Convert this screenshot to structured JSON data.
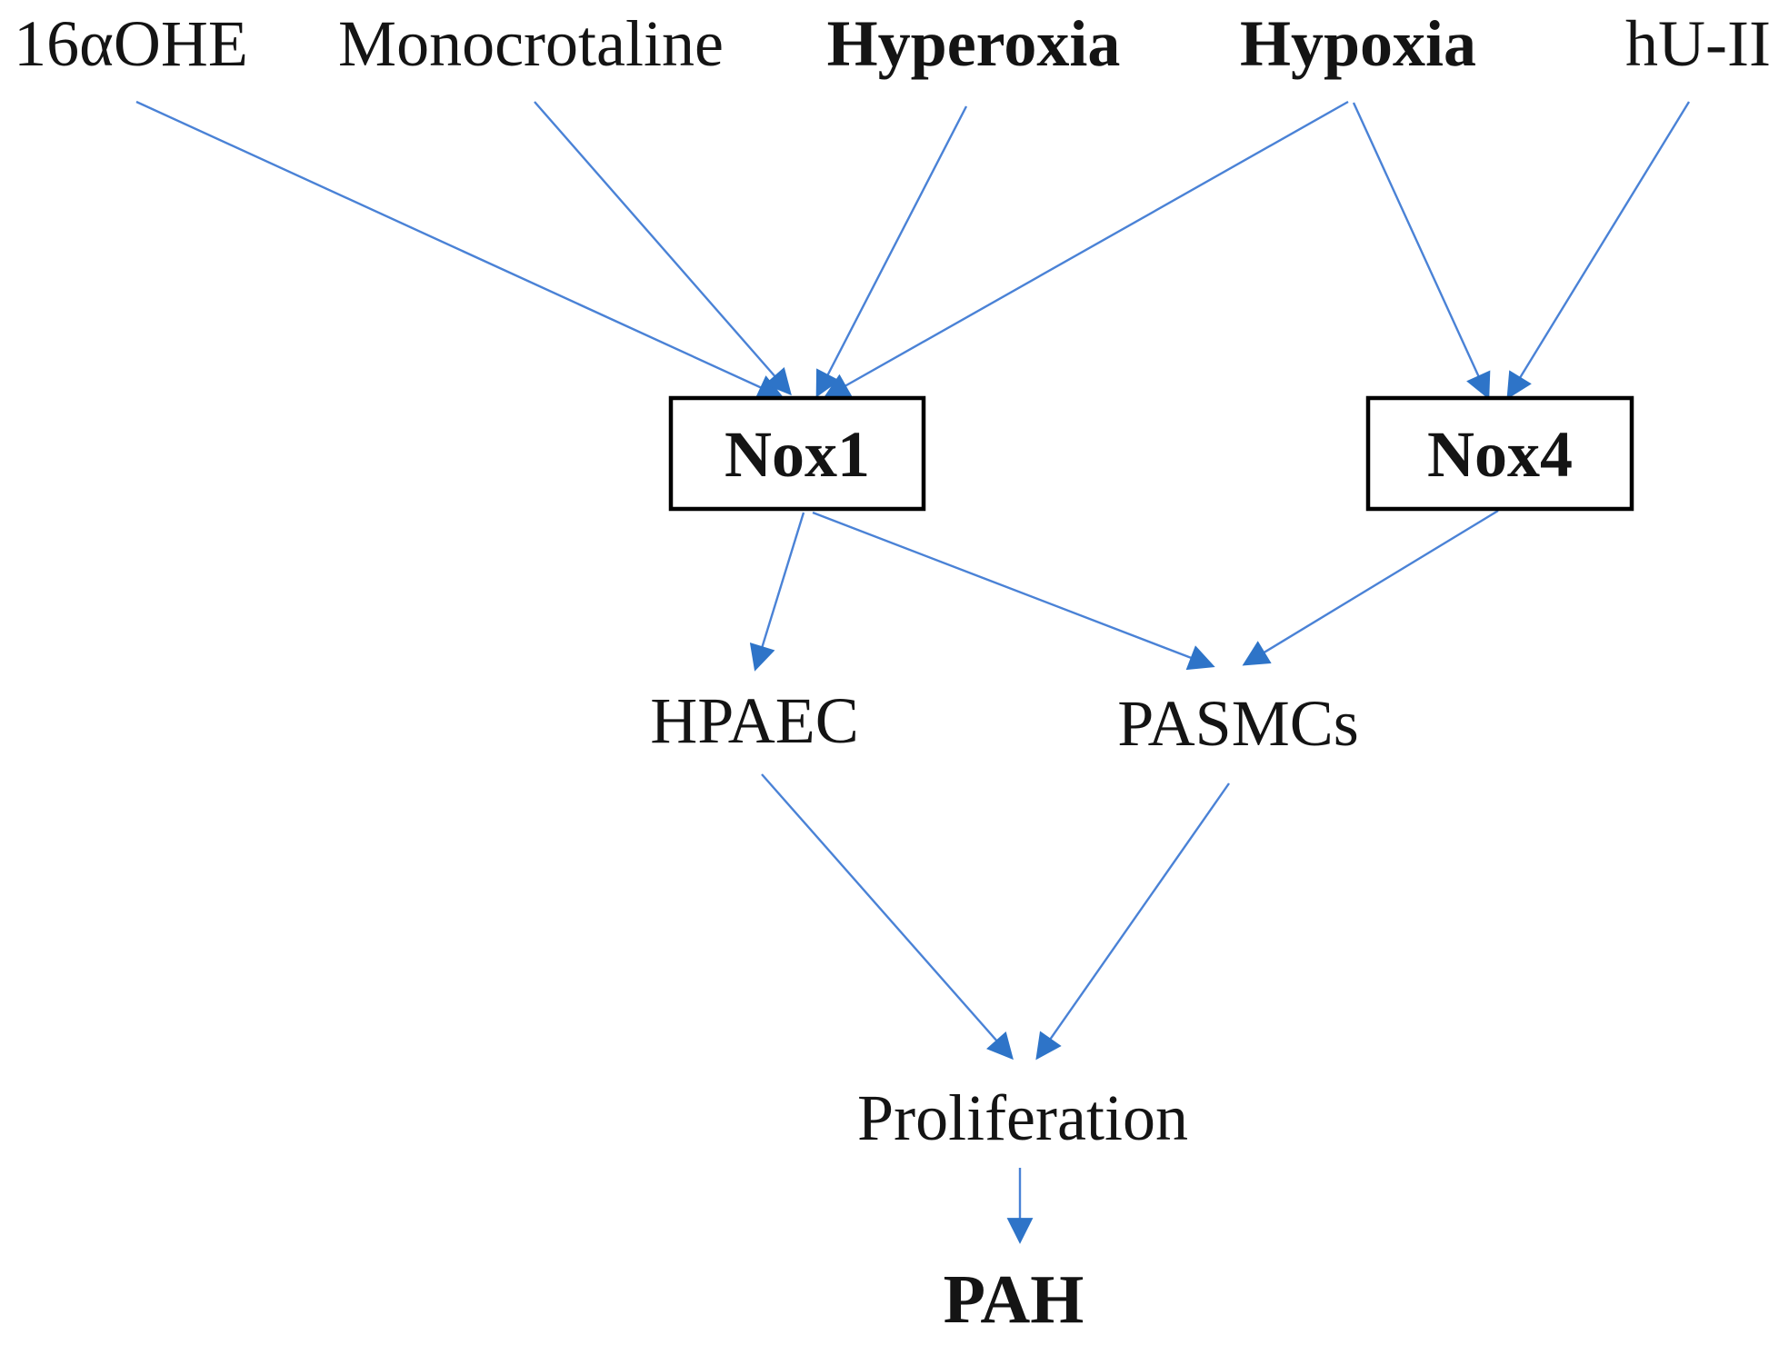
{
  "figure": {
    "background": "#ffffff",
    "colors": {
      "edge": "#4a82d6",
      "arrowhead": "#2e74c8",
      "box_border": "#000000",
      "text": "#141414"
    },
    "nodes": {
      "stim_16aohe": {
        "label": "16αOHE",
        "style": "regular"
      },
      "stim_monocrotaline": {
        "label": "Monocrotaline",
        "style": "regular"
      },
      "stim_hyperoxia": {
        "label": "Hyperoxia",
        "style": "bold"
      },
      "stim_hypoxia": {
        "label": "Hypoxia",
        "style": "bold"
      },
      "stim_huii": {
        "label": "hU-II",
        "style": "regular"
      },
      "nox1": {
        "label": "Nox1",
        "style": "bold-boxed"
      },
      "nox4": {
        "label": "Nox4",
        "style": "bold-boxed"
      },
      "hpaec": {
        "label": "HPAEC",
        "style": "regular"
      },
      "pasmcs": {
        "label": "PASMCs",
        "style": "regular"
      },
      "proliferation": {
        "label": "Proliferation",
        "style": "regular"
      },
      "pah": {
        "label": "PAH",
        "style": "bold"
      }
    },
    "edges": [
      {
        "from": "16αOHE",
        "to": "Nox1"
      },
      {
        "from": "Monocrotaline",
        "to": "Nox1"
      },
      {
        "from": "Hyperoxia",
        "to": "Nox1"
      },
      {
        "from": "Hypoxia",
        "to": "Nox1"
      },
      {
        "from": "Hypoxia",
        "to": "Nox4"
      },
      {
        "from": "hU-II",
        "to": "Nox4"
      },
      {
        "from": "Nox1",
        "to": "HPAEC"
      },
      {
        "from": "Nox1",
        "to": "PASMCs"
      },
      {
        "from": "Nox4",
        "to": "PASMCs"
      },
      {
        "from": "HPAEC",
        "to": "Proliferation"
      },
      {
        "from": "PASMCs",
        "to": "Proliferation"
      },
      {
        "from": "Proliferation",
        "to": "PAH"
      }
    ]
  }
}
